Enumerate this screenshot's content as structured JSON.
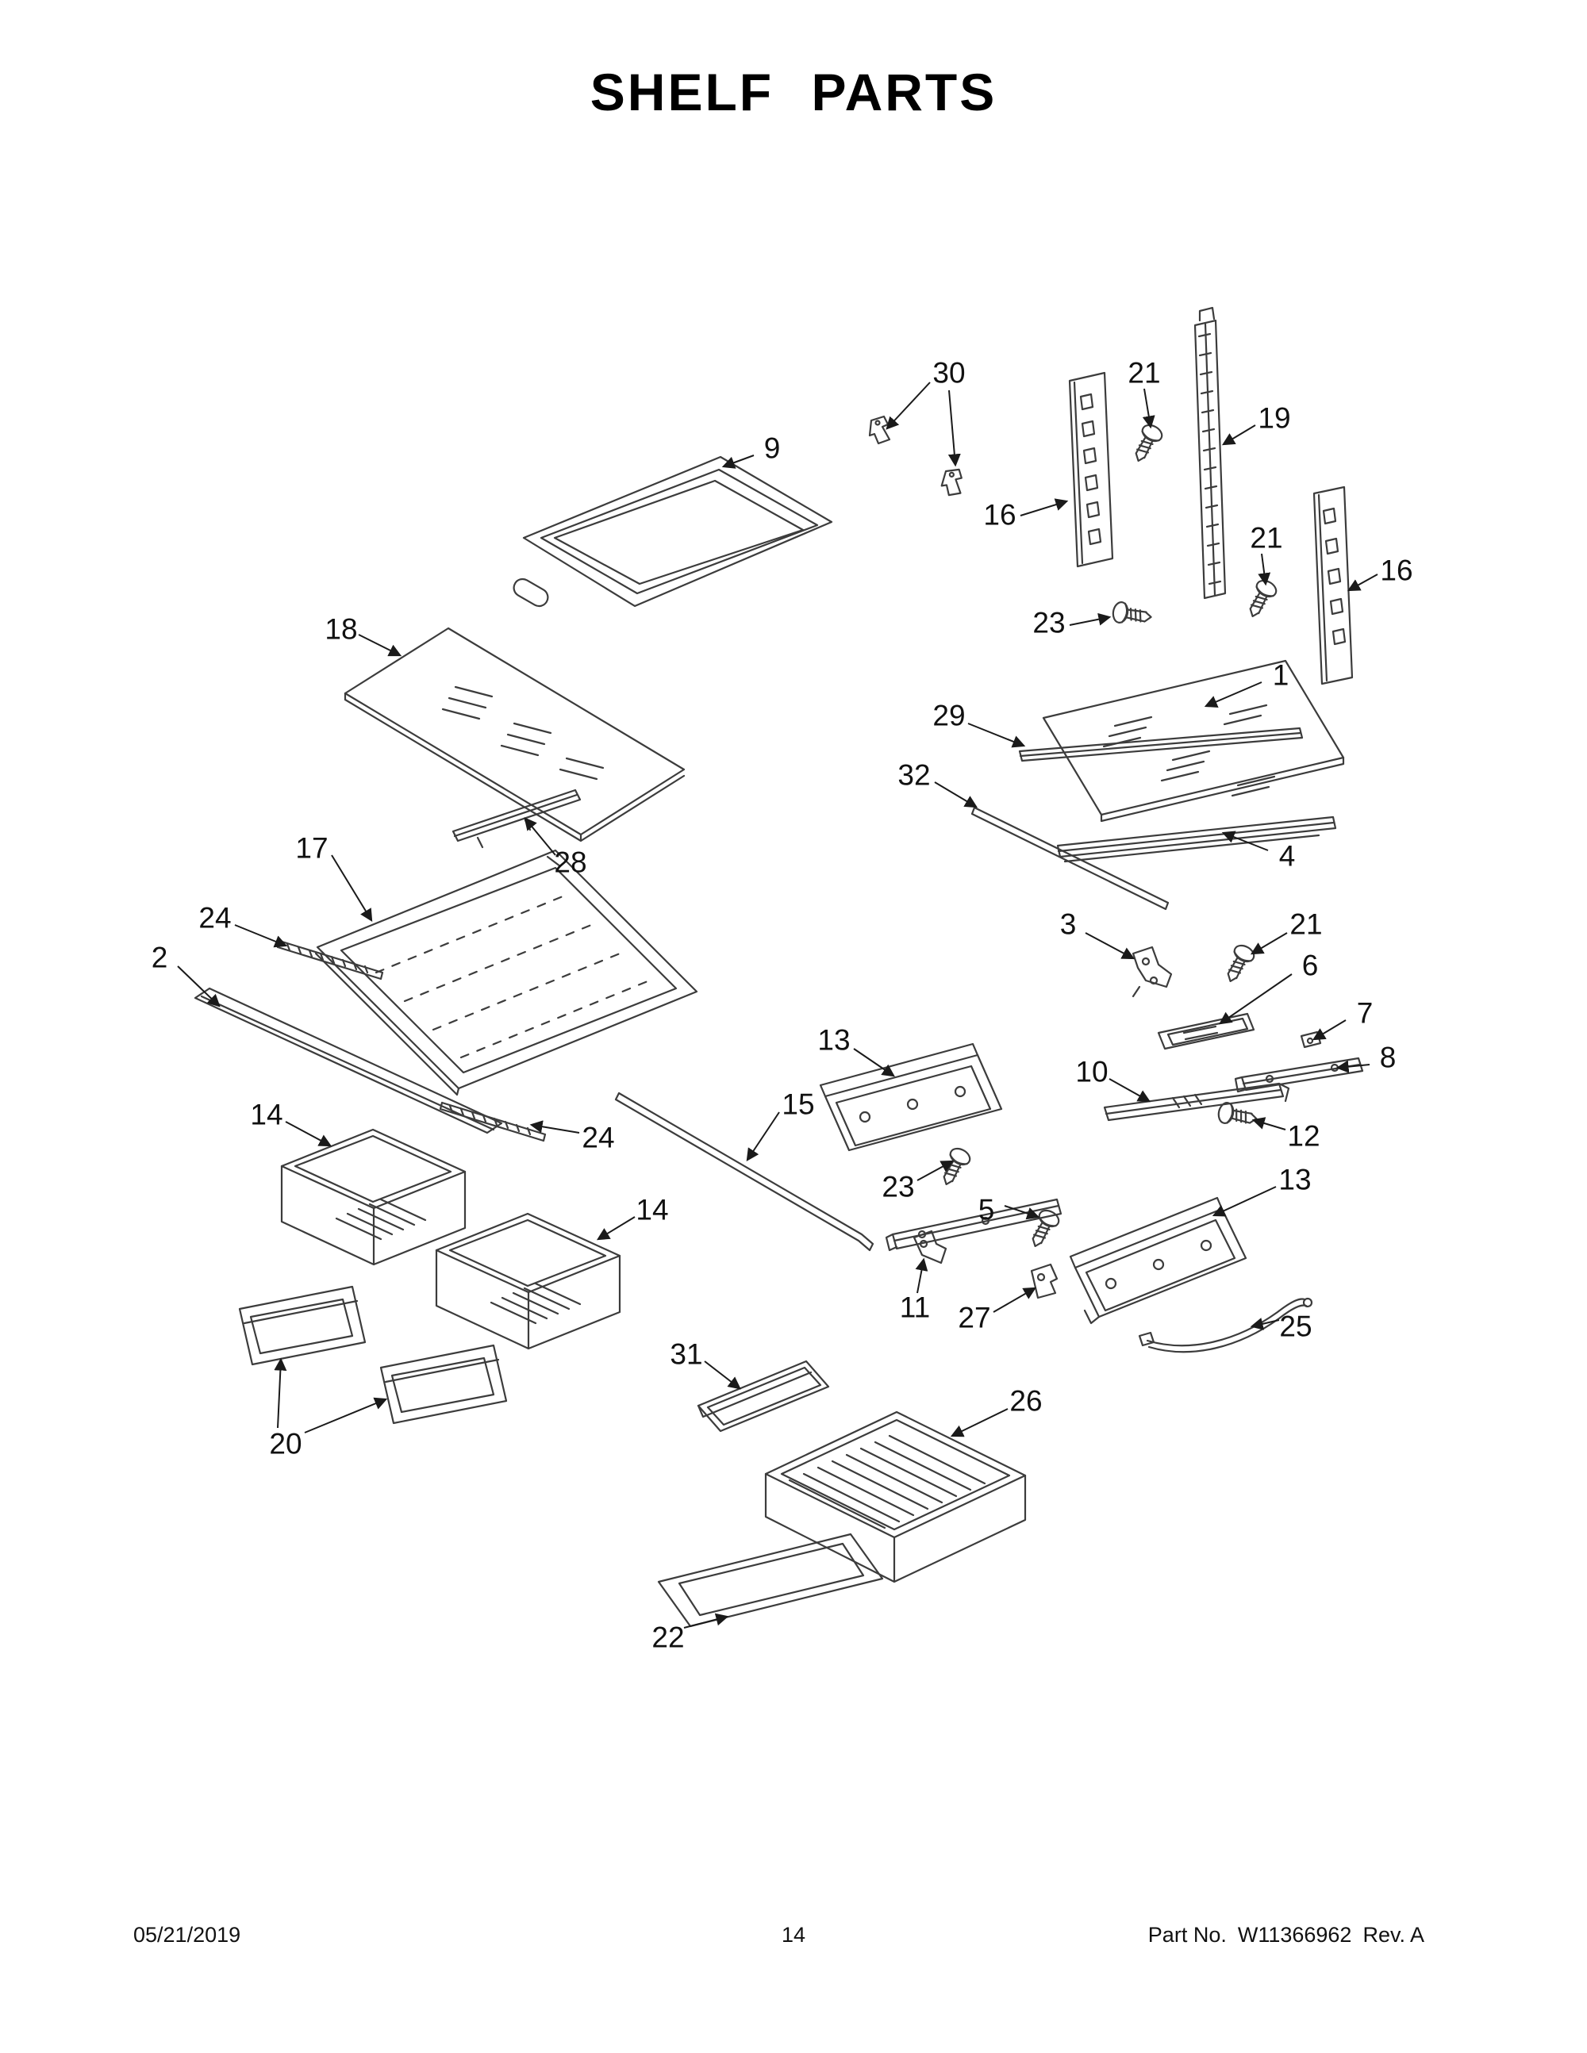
{
  "page": {
    "title": "SHELF PARTS"
  },
  "footer": {
    "date": "05/21/2019",
    "page_number": "14",
    "part_label": "Part No.",
    "part_number": "W11366962",
    "revision": "Rev.  A"
  },
  "callouts": [
    {
      "label": "30"
    },
    {
      "label": "21"
    },
    {
      "label": "19"
    },
    {
      "label": "9"
    },
    {
      "label": "16"
    },
    {
      "label": "21"
    },
    {
      "label": "16"
    },
    {
      "label": "23"
    },
    {
      "label": "18"
    },
    {
      "label": "1"
    },
    {
      "label": "29"
    },
    {
      "label": "32"
    },
    {
      "label": "4"
    },
    {
      "label": "28"
    },
    {
      "label": "17"
    },
    {
      "label": "3"
    },
    {
      "label": "21"
    },
    {
      "label": "24"
    },
    {
      "label": "2"
    },
    {
      "label": "6"
    },
    {
      "label": "7"
    },
    {
      "label": "13"
    },
    {
      "label": "10"
    },
    {
      "label": "8"
    },
    {
      "label": "15"
    },
    {
      "label": "12"
    },
    {
      "label": "24"
    },
    {
      "label": "14"
    },
    {
      "label": "23"
    },
    {
      "label": "5"
    },
    {
      "label": "13"
    },
    {
      "label": "14"
    },
    {
      "label": "11"
    },
    {
      "label": "27"
    },
    {
      "label": "25"
    },
    {
      "label": "20"
    },
    {
      "label": "31"
    },
    {
      "label": "26"
    },
    {
      "label": "22"
    }
  ]
}
